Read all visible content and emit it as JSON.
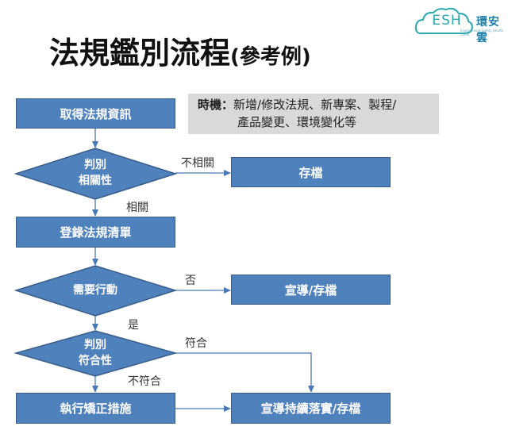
{
  "logo": {
    "letters": "ESH",
    "chinese": "環安雲",
    "tagline": "Environment Safety Health Cloud"
  },
  "title": {
    "main": "法規鑑別流程",
    "suffix": "(參考例)"
  },
  "note": {
    "label": "時機：",
    "line1": "新增/修改法規、新專案、製程/",
    "line2": "產品變更、環境變化等"
  },
  "nodes": {
    "acquire": "取得法規資訊",
    "relevance_line1": "判別",
    "relevance_line2": "相關性",
    "archive": "存檔",
    "register": "登錄法規清單",
    "action_needed": "需要行動",
    "advocate_archive": "宣導/存檔",
    "compliance_line1": "判別",
    "compliance_line2": "符合性",
    "corrective": "執行矯正措施",
    "continuous": "宣導持續落實/存檔"
  },
  "edges": {
    "not_relevant": "不相關",
    "relevant": "相關",
    "no": "否",
    "yes": "是",
    "compliant": "符合",
    "non_compliant": "不符合"
  },
  "colors": {
    "box_fill": "#4f81bd",
    "box_border": "#385d8a",
    "note_bg": "#d9d9d9",
    "arrow": "#4a7ab5"
  }
}
